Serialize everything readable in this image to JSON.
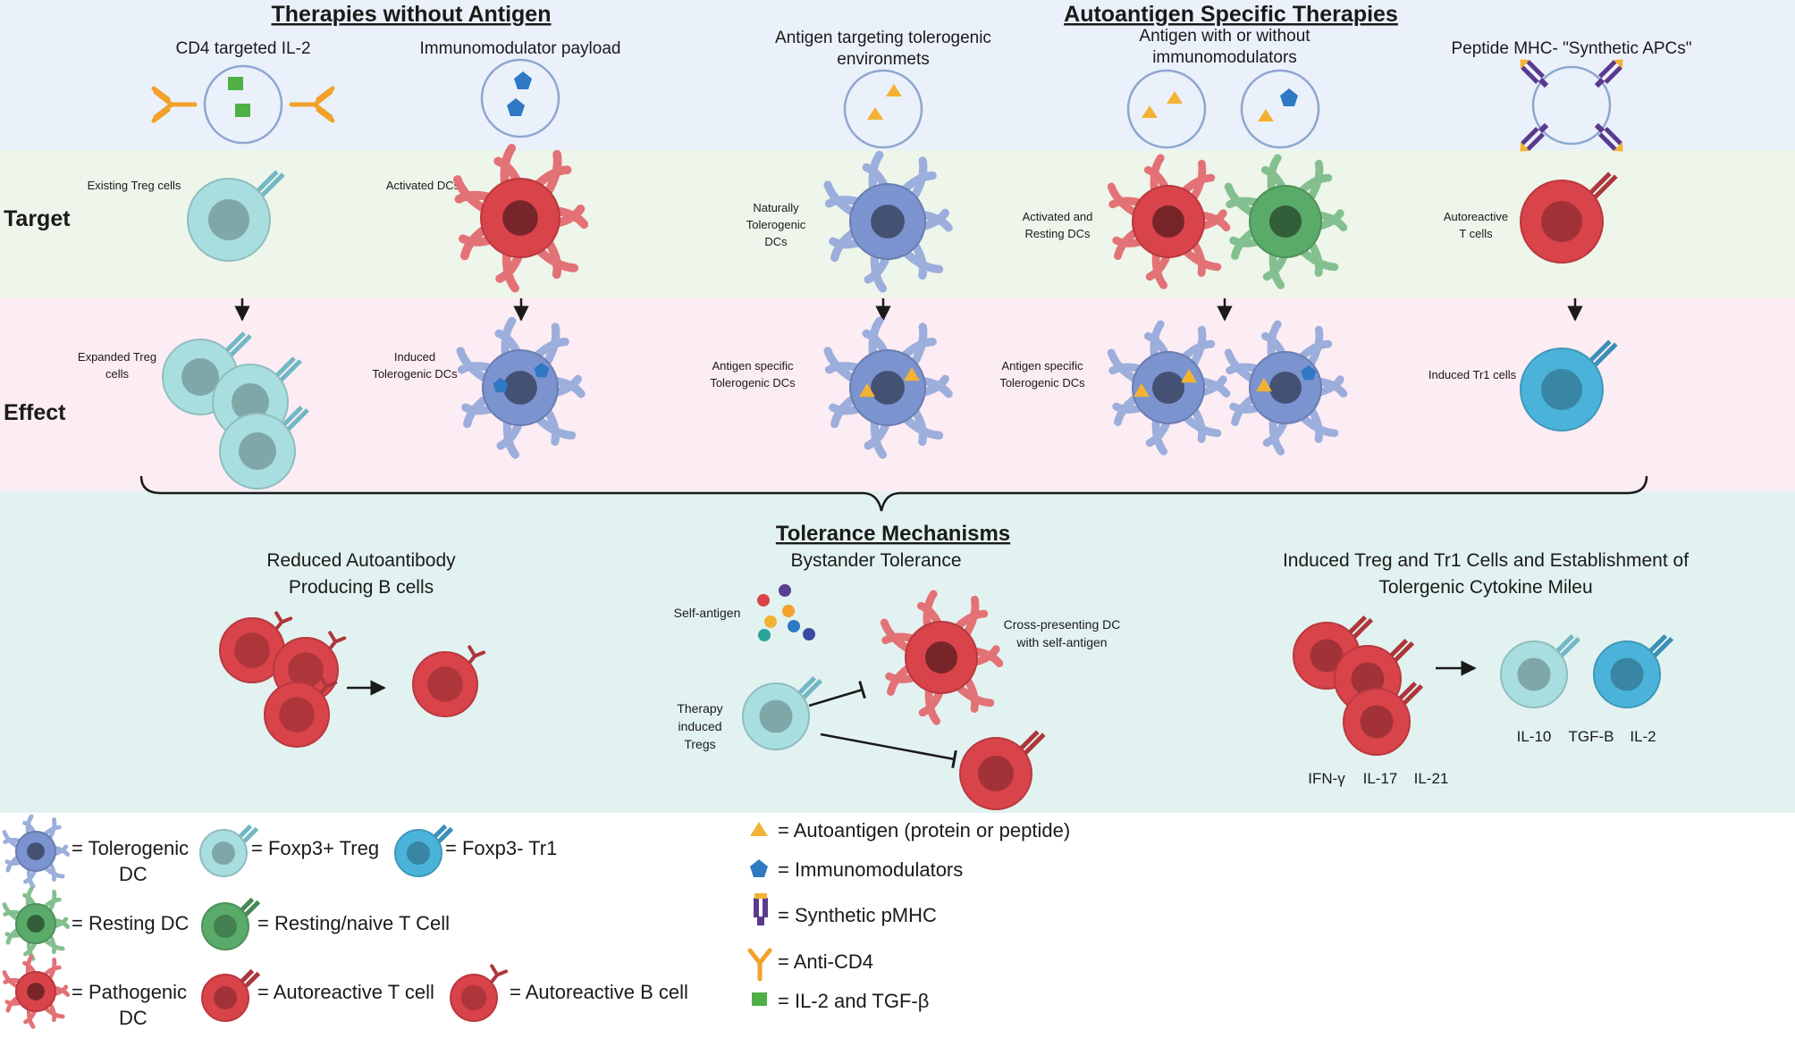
{
  "headers": {
    "without_antigen": "Therapies without Antigen",
    "autoantigen_specific": "Autoantigen Specific Therapies"
  },
  "therapies": {
    "cd4_il2": "CD4 targeted IL-2",
    "immunomodulator_payload": "Immunomodulator payload",
    "antigen_targeting_l1": "Antigen targeting tolerogenic",
    "antigen_targeting_l2": "environmets",
    "antigen_with_l1": "Antigen with or without",
    "antigen_with_l2": "immunomodulators",
    "peptide_mhc": "Peptide MHC- \"Synthetic APCs\""
  },
  "rows": {
    "target": "Target",
    "effect": "Effect"
  },
  "target_labels": {
    "existing_treg": "Existing Treg cells",
    "activated_dcs": "Activated DCs",
    "naturally_l1": "Naturally",
    "naturally_l2": "Tolerogenic",
    "naturally_l3": "DCs",
    "act_rest_l1": "Activated and",
    "act_rest_l2": "Resting DCs",
    "autoreactive_l1": "Autoreactive",
    "autoreactive_l2": "T cells"
  },
  "effect_labels": {
    "expanded_l1": "Expanded Treg",
    "expanded_l2": "cells",
    "induced_tol_l1": "Induced",
    "induced_tol_l2": "Tolerogenic DCs",
    "ag_specific_l1": "Antigen specific",
    "ag_specific_l2": "Tolerogenic DCs",
    "induced_tr1": "Induced Tr1 cells"
  },
  "mechanisms": {
    "title": "Tolerance Mechanisms",
    "reduced_l1": "Reduced Autoantibody",
    "reduced_l2": "Producing B cells",
    "bystander": "Bystander Tolerance",
    "induced_l1": "Induced Treg and Tr1 Cells and Establishment of",
    "induced_l2": "Tolergenic Cytokine Mileu",
    "self_antigen": "Self-antigen",
    "cross_l1": "Cross-presenting DC",
    "cross_l2": "with self-antigen",
    "therapy_l1": "Therapy",
    "therapy_l2": "induced",
    "therapy_l3": "Tregs",
    "cyto_ifn": "IFN-γ",
    "cyto_il17": "IL-17",
    "cyto_il21": "IL-21",
    "cyto_il10": "IL-10",
    "cyto_tgf": "TGF-B",
    "cyto_il2": "IL-2"
  },
  "legend": {
    "tol_dc_l1": "= Tolerogenic",
    "tol_dc_l2": "DC",
    "foxp3_treg": "= Foxp3+ Treg",
    "foxp3_tr1": "= Foxp3- Tr1",
    "resting_dc": "= Resting DC",
    "resting_t": "= Resting/naive T Cell",
    "path_dc_l1": "= Pathogenic",
    "path_dc_l2": "DC",
    "autoreactive_t": "= Autoreactive T cell",
    "autoreactive_b": "= Autoreactive B cell",
    "autoantigen": "= Autoantigen (protein or peptide)",
    "immunomodulators": "= Immunomodulators",
    "synthetic_pmhc": "= Synthetic pMHC",
    "anti_cd4": "= Anti-CD4",
    "il2_tgf": "= IL-2 and TGF-β"
  },
  "colors": {
    "band_top": "#eaf1fb",
    "band_target": "#eef5ea",
    "band_effect": "#fcecf3",
    "band_mech": "#e2f2f0",
    "tolerogenic_dc": "#7b93cf",
    "pathogenic_dc": "#d9434a",
    "resting_dc": "#5aaa6a",
    "treg": "#a9dee0",
    "tr1": "#4bb3d9",
    "autoantigen": "#f2b233",
    "immunomodulator": "#2f78c4",
    "il2_tgf": "#4fb046",
    "anti_cd4": "#f2a12a",
    "pmhc": "#5b3a8e"
  }
}
